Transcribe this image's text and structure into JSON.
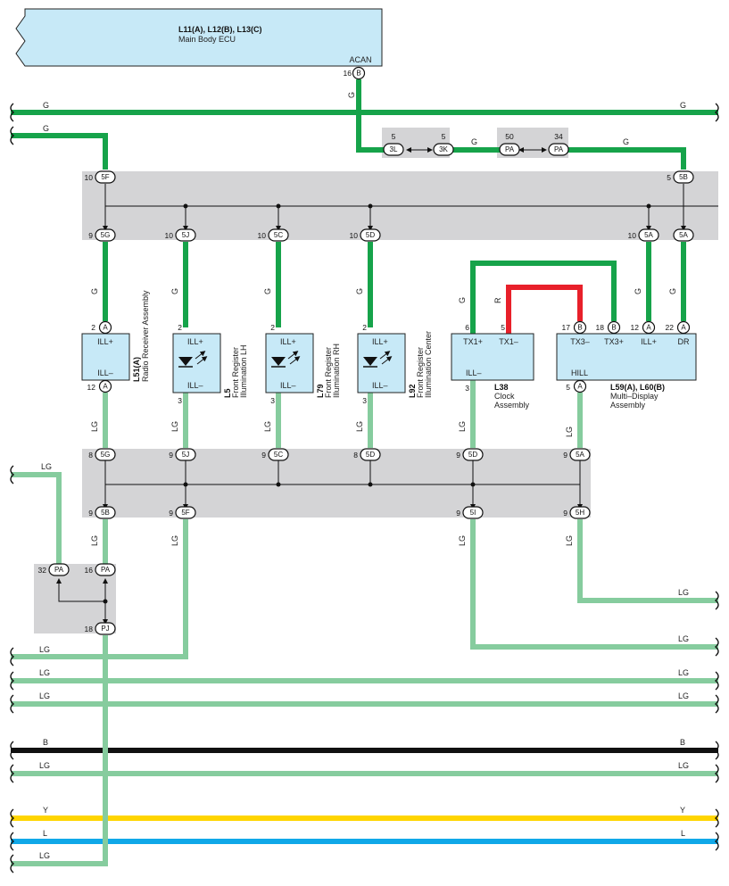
{
  "colors": {
    "G": "#16a34a",
    "LG": "#86cc9e",
    "R": "#e8202a",
    "B": "#111111",
    "Y": "#ffd500",
    "L": "#10a8e8",
    "component_fill": "#c7e9f7",
    "junction_fill": "#d4d4d6"
  },
  "ecu": {
    "title": "L11(A), L12(B), L13(C)",
    "subtitle": "Main Body ECU",
    "pin_label": "ACAN",
    "pin_no": "16",
    "pin_conn": "B"
  },
  "wire_labels": {
    "g_top_left": "G",
    "g_top_right": "G",
    "g_second_left": "G",
    "g_ecu_down": "G",
    "g_mid_joint": "G",
    "g_to_5b": "G",
    "g_5g": "G",
    "g_5j": "G",
    "g_5c": "G",
    "g_5d": "G",
    "g_tx1": "G",
    "r_tx": "R",
    "g_ill_plus": "G",
    "g_dr": "G",
    "lg_left_in": "LG",
    "lg_l51": "LG",
    "lg_l5": "LG",
    "lg_l79": "LG",
    "lg_l92": "LG",
    "lg_l38": "LG",
    "lg_l59": "LG",
    "lg_5b": "LG",
    "lg_5f": "LG",
    "lg_5i": "LG",
    "lg_5h": "LG",
    "lg_r1": "LG",
    "lg_r2": "LG",
    "lg_l1": "LG",
    "lg_l2": "LG",
    "lg_l3": "LG",
    "lg_r3": "LG",
    "lg_r4": "LG",
    "b_left": "B",
    "b_right": "B",
    "lg_l4": "LG",
    "lg_r5": "LG",
    "y_left": "Y",
    "y_right": "Y",
    "l_left": "L",
    "l_right": "L",
    "lg_bottom": "LG"
  },
  "upper_junction": {
    "left_in_no": "10",
    "left_in_id": "5F",
    "right_in_no": "5",
    "right_in_id": "5B",
    "outs": [
      {
        "no": "9",
        "id": "5G"
      },
      {
        "no": "10",
        "id": "5J"
      },
      {
        "no": "10",
        "id": "5C"
      },
      {
        "no": "10",
        "id": "5D"
      },
      {
        "no": "10",
        "id": "5A"
      },
      {
        "no": "",
        "id": "5A"
      }
    ]
  },
  "joint_connectors": {
    "a_no": "5",
    "a_id": "3L",
    "b_no": "5",
    "b_id": "3K",
    "c_no": "50",
    "c_id": "PA",
    "d_no": "34",
    "d_id": "PA"
  },
  "components": {
    "l51": {
      "code": "L51(A)",
      "name": "Radio Receiver Assembly",
      "pin_top": "ILL+",
      "pin_bottom": "ILL–",
      "top_no": "2",
      "top_conn": "A",
      "bottom_no": "12",
      "bottom_conn": "A"
    },
    "l5": {
      "code": "L5",
      "name1": "Front Register",
      "name2": "Illumination LH",
      "pin_top": "ILL+",
      "pin_bottom": "ILL–",
      "top_no": "2",
      "bottom_no": "3"
    },
    "l79": {
      "code": "L79",
      "name1": "Front Register",
      "name2": "Illumination RH",
      "pin_top": "ILL+",
      "pin_bottom": "ILL–",
      "top_no": "2",
      "bottom_no": "3"
    },
    "l92": {
      "code": "L92",
      "name1": "Front Register",
      "name2": "Illumination Center",
      "pin_top": "ILL+",
      "pin_bottom": "ILL–",
      "top_no": "2",
      "bottom_no": "3"
    },
    "l38": {
      "code": "L38",
      "name1": "Clock",
      "name2": "Assembly",
      "pin_tx1p": "TX1+",
      "pin_tx1m": "TX1–",
      "pin_ill": "ILL–",
      "no_tx1p": "6",
      "no_tx1m": "5",
      "no_ill": "3"
    },
    "l59": {
      "code": "L59(A), L60(B)",
      "name1": "Multi–Display",
      "name2": "Assembly",
      "pin_tx3m": "TX3–",
      "pin_tx3p": "TX3+",
      "pin_ill": "ILL+",
      "pin_dr": "DR",
      "pin_hill": "HILL",
      "no_tx3m": "17",
      "conn_tx3m": "B",
      "no_tx3p": "18",
      "conn_tx3p": "B",
      "no_ill": "12",
      "conn_ill": "A",
      "no_dr": "22",
      "conn_dr": "A",
      "no_hill": "5",
      "conn_hill": "A"
    }
  },
  "lower_junction": {
    "ins": [
      {
        "no": "8",
        "id": "5G"
      },
      {
        "no": "9",
        "id": "5J"
      },
      {
        "no": "9",
        "id": "5C"
      },
      {
        "no": "8",
        "id": "5D"
      },
      {
        "no": "9",
        "id": "5D"
      },
      {
        "no": "9",
        "id": "5A"
      }
    ],
    "outs": [
      {
        "no": "9",
        "id": "5B"
      },
      {
        "no": "9",
        "id": "5F"
      },
      {
        "no": "9",
        "id": "5I"
      },
      {
        "no": "9",
        "id": "5H"
      }
    ]
  },
  "small_junction": {
    "a_no": "32",
    "a_id": "PA",
    "b_no": "16",
    "b_id": "PA",
    "c_no": "18",
    "c_id": "PJ"
  }
}
